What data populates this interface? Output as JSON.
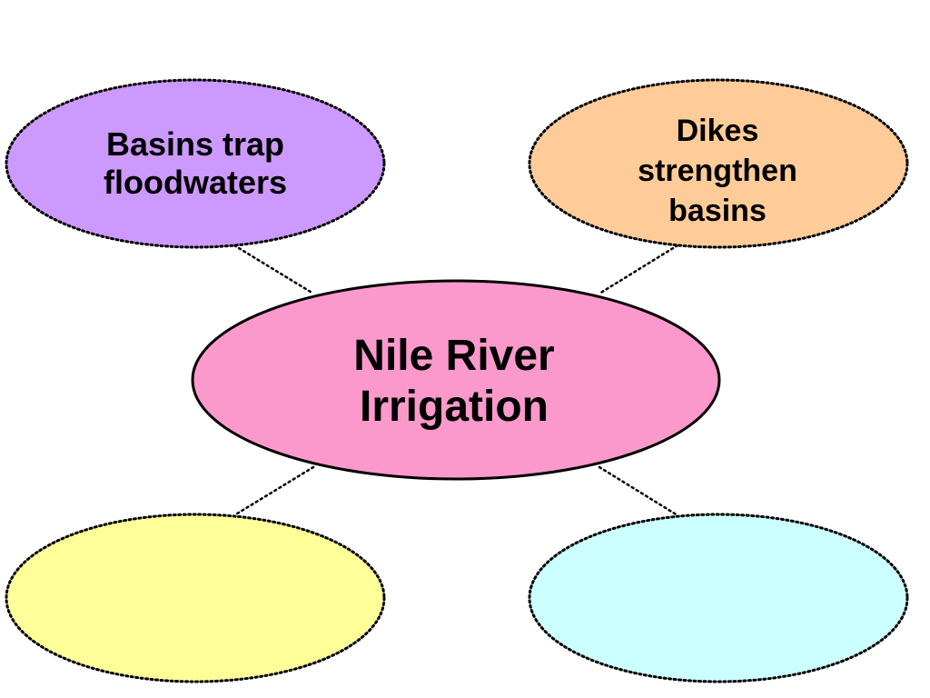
{
  "diagram": {
    "center": {
      "label": "Nile River\nIrrigation",
      "fill": "#fc99cc",
      "stroke": "#000000"
    },
    "nodes": [
      {
        "id": "top-left",
        "label": "Basins trap\nfloodwaters",
        "fill": "#cc99ff"
      },
      {
        "id": "top-right",
        "label": "Dikes\nstrengthen\nbasins",
        "fill": "#ffcc99"
      },
      {
        "id": "bottom-left",
        "label": "",
        "fill": "#ffff99"
      },
      {
        "id": "bottom-right",
        "label": "",
        "fill": "#ccffff"
      }
    ],
    "connector_style": "dotted",
    "node_border_style": "dotted"
  }
}
